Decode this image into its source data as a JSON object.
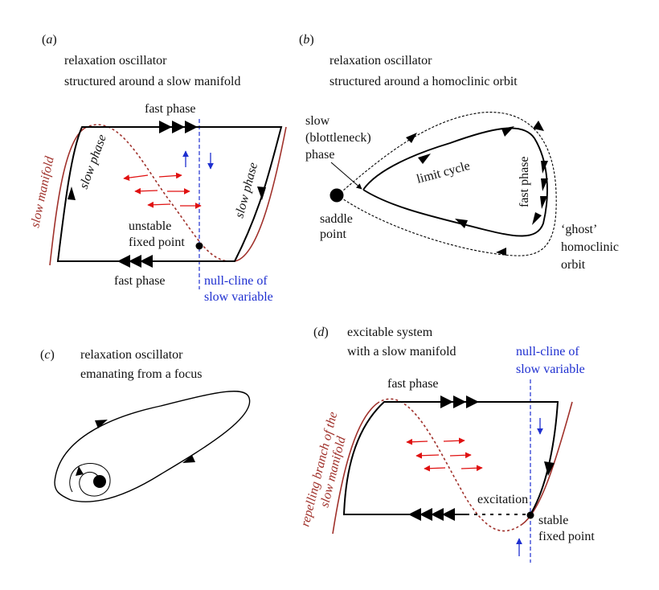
{
  "colors": {
    "trajectory": "#000000",
    "slow_manifold": "#a0312b",
    "nullcline": "#1e2fd0",
    "flow_arrows": "#e01010"
  },
  "panel_a": {
    "tag_open": "(",
    "tag_letter": "a",
    "tag_close": ")",
    "title_line1": "relaxation oscillator",
    "title_line2": "structured around a slow manifold",
    "fast_phase_top": "fast phase",
    "fast_phase_bottom": "fast phase",
    "slow_phase_left": "slow phase",
    "slow_phase_right": "slow phase",
    "slow_manifold": "slow manifold",
    "unstable_line1": "unstable",
    "unstable_line2": "fixed point",
    "nullcline_line1": "null-cline of",
    "nullcline_line2": "slow variable"
  },
  "panel_b": {
    "tag_open": "(",
    "tag_letter": "b",
    "tag_close": ")",
    "title_line1": "relaxation oscillator",
    "title_line2": "structured around a homoclinic orbit",
    "slow_line1": "slow",
    "slow_line2": "(blottleneck)",
    "slow_line3": "phase",
    "limit_cycle": "limit cycle",
    "fast_phase": "fast phase",
    "saddle_line1": "saddle",
    "saddle_line2": "point",
    "ghost_line1": "‘ghost’",
    "ghost_line2": "homoclinic",
    "ghost_line3": "orbit"
  },
  "panel_c": {
    "tag_open": "(",
    "tag_letter": "c",
    "tag_close": ")",
    "title_line1": "relaxation oscillator",
    "title_line2": "emanating from a focus"
  },
  "panel_d": {
    "tag_open": "(",
    "tag_letter": "d",
    "tag_close": ")",
    "title_line1": "excitable system",
    "title_line2": "with a slow manifold",
    "nullcline_line1": "null-cline of",
    "nullcline_line2": "slow variable",
    "fast_phase": "fast phase",
    "repelling_line1": "repelling branch of the",
    "repelling_line2": "slow manifold",
    "excitation": "excitation",
    "stable_line1": "stable",
    "stable_line2": "fixed point"
  }
}
